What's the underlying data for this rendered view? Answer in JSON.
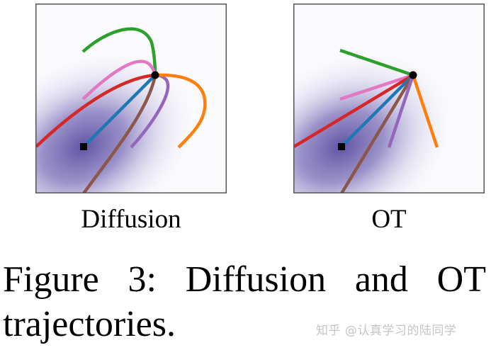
{
  "figure": {
    "number": "Figure 3:",
    "caption_line1_words": [
      "Figure",
      "3:",
      "Diffusion",
      "and",
      "OT"
    ],
    "caption_line2": "trajectories.",
    "colors": {
      "green": "#2ca02c",
      "pink": "#e377c2",
      "red": "#d62728",
      "blue": "#1f77b4",
      "brown": "#8c564b",
      "purple": "#9467bd",
      "orange": "#ff7f0e",
      "density": "#5a4ba0",
      "border": "#555555"
    }
  },
  "panels": [
    {
      "id": "diffusion",
      "label": "Diffusion",
      "trajectory_shape": "curved"
    },
    {
      "id": "ot",
      "label": "OT",
      "trajectory_shape": "straight"
    }
  ],
  "chart_data": [
    {
      "type": "line",
      "title": "Diffusion",
      "description": "Curved trajectories from a common target point (black dot) to endpoints; Gaussian source density shaded purple; black square marks density mean",
      "target_point": [
        0.625,
        0.62
      ],
      "mean_marker": [
        0.25,
        0.25
      ],
      "series": [
        {
          "name": "green",
          "shape": "curve",
          "start": [
            0.25,
            0.75
          ],
          "end": [
            0.625,
            0.62
          ]
        },
        {
          "name": "pink",
          "shape": "curve",
          "start": [
            0.25,
            0.5
          ],
          "end": [
            0.625,
            0.62
          ]
        },
        {
          "name": "red",
          "shape": "curve",
          "start": [
            0.0,
            0.25
          ],
          "end": [
            0.625,
            0.62
          ]
        },
        {
          "name": "blue",
          "shape": "line",
          "start": [
            0.25,
            0.25
          ],
          "end": [
            0.625,
            0.62
          ]
        },
        {
          "name": "brown",
          "shape": "curve",
          "start": [
            0.25,
            0.0
          ],
          "end": [
            0.625,
            0.62
          ]
        },
        {
          "name": "purple",
          "shape": "curve",
          "start": [
            0.5,
            0.25
          ],
          "end": [
            0.625,
            0.62
          ]
        },
        {
          "name": "orange",
          "shape": "curve",
          "start": [
            0.75,
            0.25
          ],
          "end": [
            0.625,
            0.62
          ]
        }
      ],
      "xlim": [
        0,
        1
      ],
      "ylim": [
        0,
        1
      ],
      "grid": false,
      "axes_ticks": false
    },
    {
      "type": "line",
      "title": "OT",
      "description": "Straight-line trajectories from common target point (black dot) to the same endpoints",
      "target_point": [
        0.625,
        0.62
      ],
      "mean_marker": [
        0.25,
        0.25
      ],
      "series": [
        {
          "name": "green",
          "shape": "line",
          "start": [
            0.25,
            0.75
          ],
          "end": [
            0.625,
            0.62
          ]
        },
        {
          "name": "pink",
          "shape": "line",
          "start": [
            0.25,
            0.5
          ],
          "end": [
            0.625,
            0.62
          ]
        },
        {
          "name": "red",
          "shape": "line",
          "start": [
            0.0,
            0.25
          ],
          "end": [
            0.625,
            0.62
          ]
        },
        {
          "name": "blue",
          "shape": "line",
          "start": [
            0.25,
            0.25
          ],
          "end": [
            0.625,
            0.62
          ]
        },
        {
          "name": "brown",
          "shape": "line",
          "start": [
            0.25,
            0.0
          ],
          "end": [
            0.625,
            0.62
          ]
        },
        {
          "name": "purple",
          "shape": "line",
          "start": [
            0.5,
            0.25
          ],
          "end": [
            0.625,
            0.62
          ]
        },
        {
          "name": "orange",
          "shape": "line",
          "start": [
            0.75,
            0.25
          ],
          "end": [
            0.625,
            0.62
          ]
        }
      ],
      "xlim": [
        0,
        1
      ],
      "ylim": [
        0,
        1
      ],
      "grid": false,
      "axes_ticks": false
    }
  ],
  "watermark": "知乎 @认真学习的陆同学"
}
